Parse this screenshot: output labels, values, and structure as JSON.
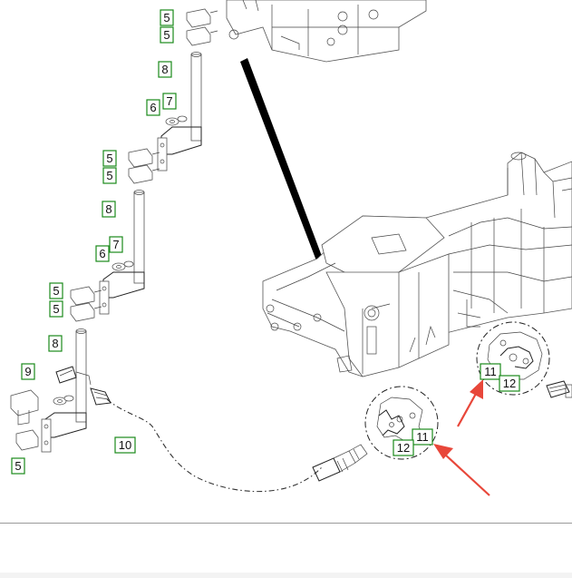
{
  "callouts": [
    {
      "label": "5"
    },
    {
      "label": "5"
    },
    {
      "label": "8"
    },
    {
      "label": "7"
    },
    {
      "label": "6"
    },
    {
      "label": "5"
    },
    {
      "label": "5"
    },
    {
      "label": "8"
    },
    {
      "label": "7"
    },
    {
      "label": "6"
    },
    {
      "label": "5"
    },
    {
      "label": "5"
    },
    {
      "label": "8"
    },
    {
      "label": "9"
    },
    {
      "label": "5"
    },
    {
      "label": "10"
    },
    {
      "label": "11"
    },
    {
      "label": "12"
    },
    {
      "label": "11"
    },
    {
      "label": "12"
    }
  ],
  "colors": {
    "callout_border": "#1a8a1a",
    "arrow": "#e8473a",
    "leader": "#000000",
    "linework": "#222222"
  }
}
